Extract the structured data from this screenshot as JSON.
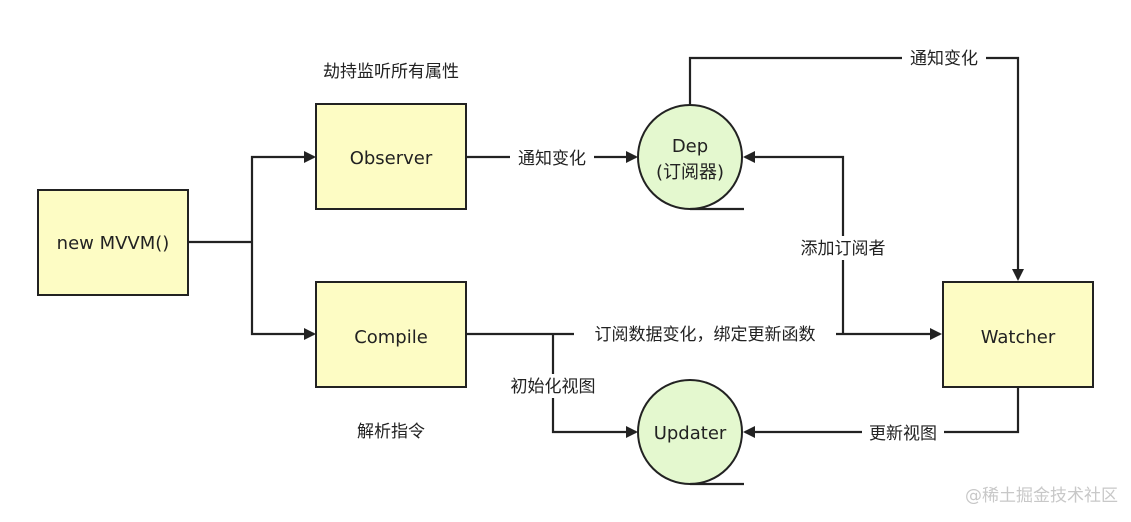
{
  "nodes": {
    "mvvm": "new MVVM()",
    "observer": "Observer",
    "compile": "Compile",
    "dep_line1": "Dep",
    "dep_line2": "(订阅器)",
    "updater": "Updater",
    "watcher": "Watcher"
  },
  "captions": {
    "observer_caption": "劫持监听所有属性",
    "compile_caption": "解析指令"
  },
  "edge_labels": {
    "observer_to_dep": "通知变化",
    "dep_to_watcher": "通知变化",
    "watcher_to_dep": "添加订阅者",
    "compile_to_watcher": "订阅数据变化，绑定更新函数",
    "compile_to_updater": "初始化视图",
    "watcher_to_updater": "更新视图"
  },
  "watermark": "@稀土掘金技术社区",
  "colors": {
    "box_fill": "#fdfcc4",
    "circle_fill": "#e4f8cf",
    "stroke": "#222222",
    "watermark": "#c8c8c8"
  }
}
